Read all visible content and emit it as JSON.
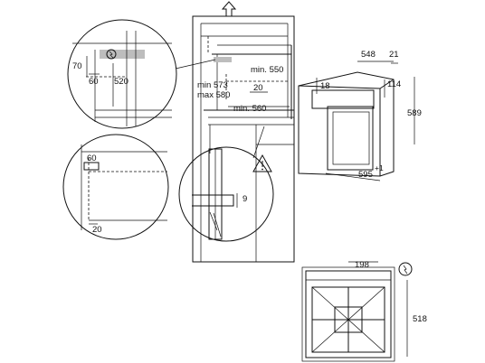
{
  "labels": {
    "d70": "70",
    "d60_top": "60",
    "d520": "520",
    "d60_mid": "60",
    "d20_mid": "20",
    "min573": "min 573",
    "max580": "max 580",
    "min550": "min. 550",
    "d20_cab": "20",
    "min560": "min. 560",
    "d9": "9",
    "d548": "548",
    "d21": "21",
    "d18": "18",
    "d114": "114",
    "d589": "589",
    "d595": "595",
    "d595_sup": "+1",
    "d198": "198",
    "d518": "518"
  },
  "icons": {
    "plug": "power-plug-icon",
    "warning": "warning-triangle-icon",
    "arrow_up": "arrow-up-icon"
  }
}
